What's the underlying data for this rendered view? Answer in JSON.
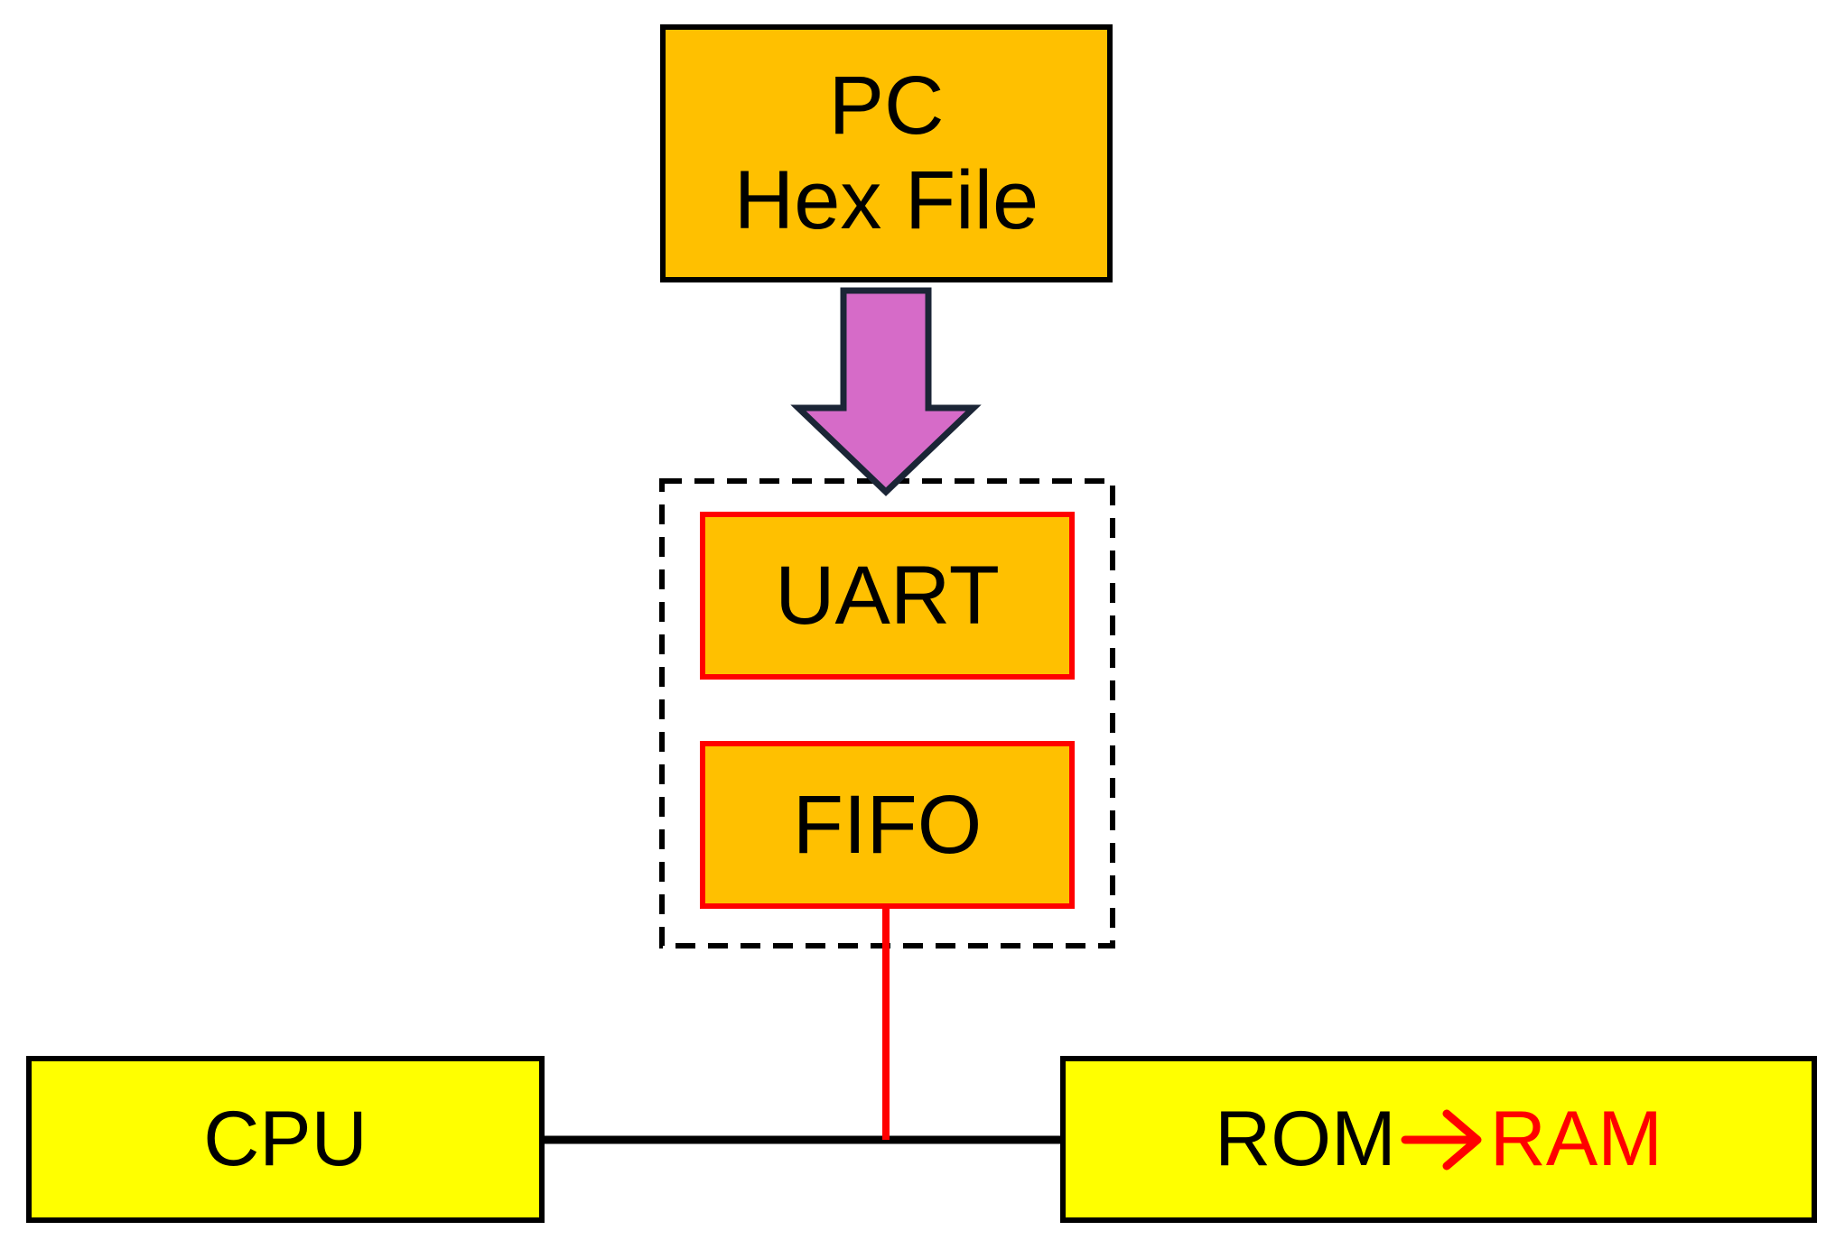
{
  "diagram": {
    "pc_box": {
      "line1": "PC",
      "line2": "Hex File"
    },
    "uart_box": {
      "label": "UART"
    },
    "fifo_box": {
      "label": "FIFO"
    },
    "cpu_box": {
      "label": "CPU"
    },
    "memory_box": {
      "from": "ROM",
      "to": "RAM"
    }
  },
  "colors": {
    "orange_fill": "#FFC000",
    "yellow_fill": "#FFFF00",
    "arrow_fill": "#D66BC8",
    "highlight_red": "#FF0000",
    "stroke_dark": "#000000"
  },
  "icons": {
    "download_arrow": "arrow-down-icon",
    "transition_arrow": "arrow-right-icon"
  }
}
